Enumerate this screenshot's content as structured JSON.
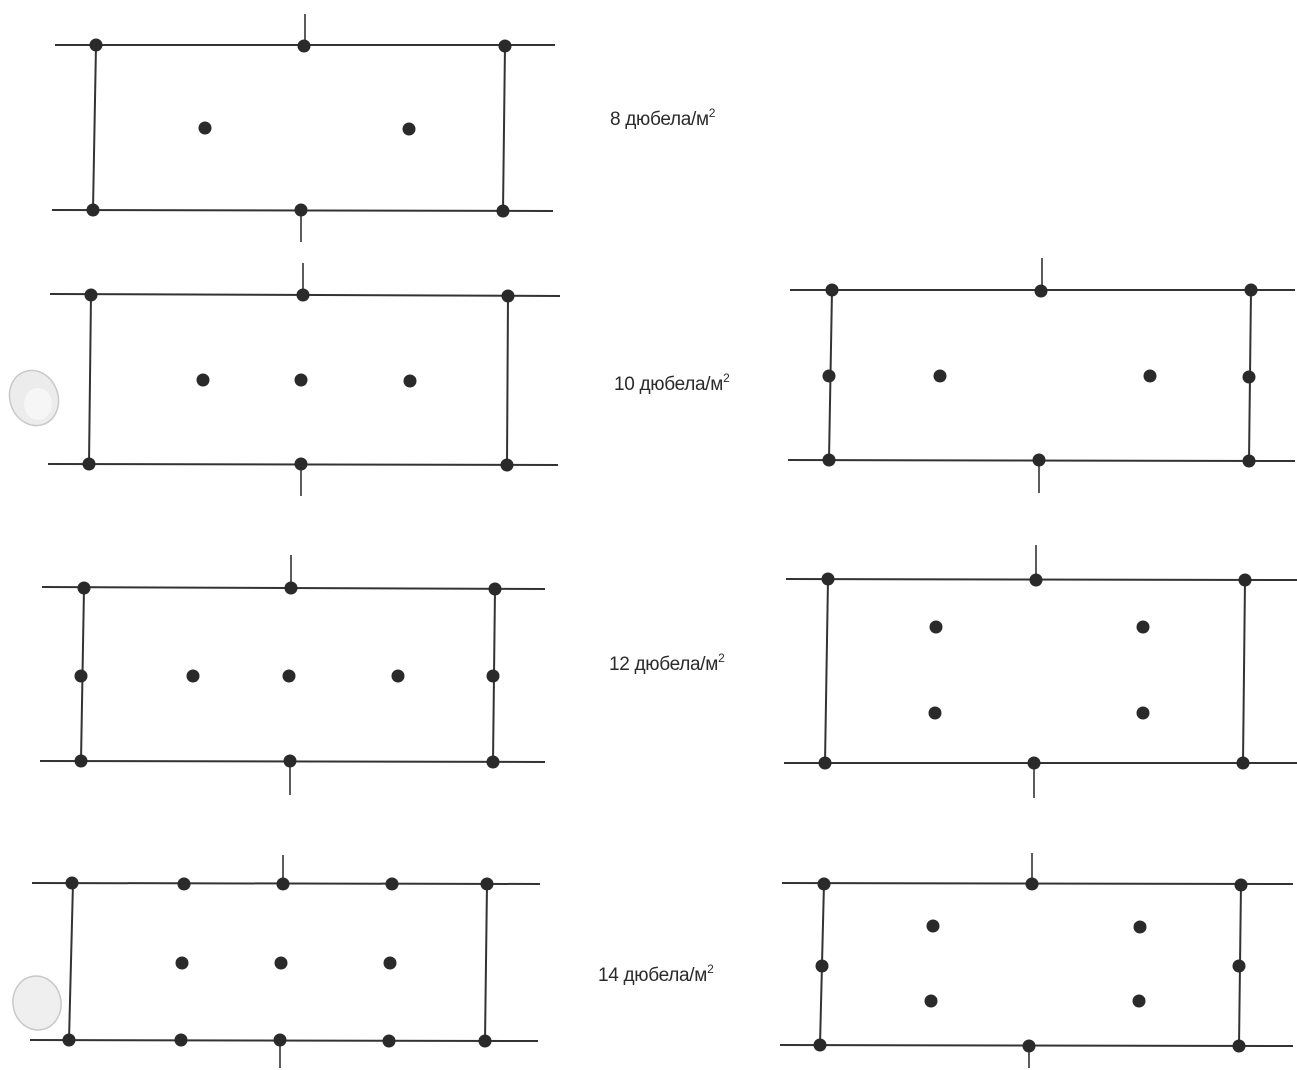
{
  "labels": {
    "p8": {
      "text": "8 дюбела/м",
      "sup": "2"
    },
    "p10": {
      "text": "10 дюбела/м",
      "sup": "2"
    },
    "p12": {
      "text": "12 дюбела/м",
      "sup": "2"
    },
    "p14": {
      "text": "14 дюбела/м",
      "sup": "2"
    }
  },
  "colors": {
    "line": "#333333",
    "dot": "#2a2a2a",
    "smudge": "#c9c9c9"
  }
}
